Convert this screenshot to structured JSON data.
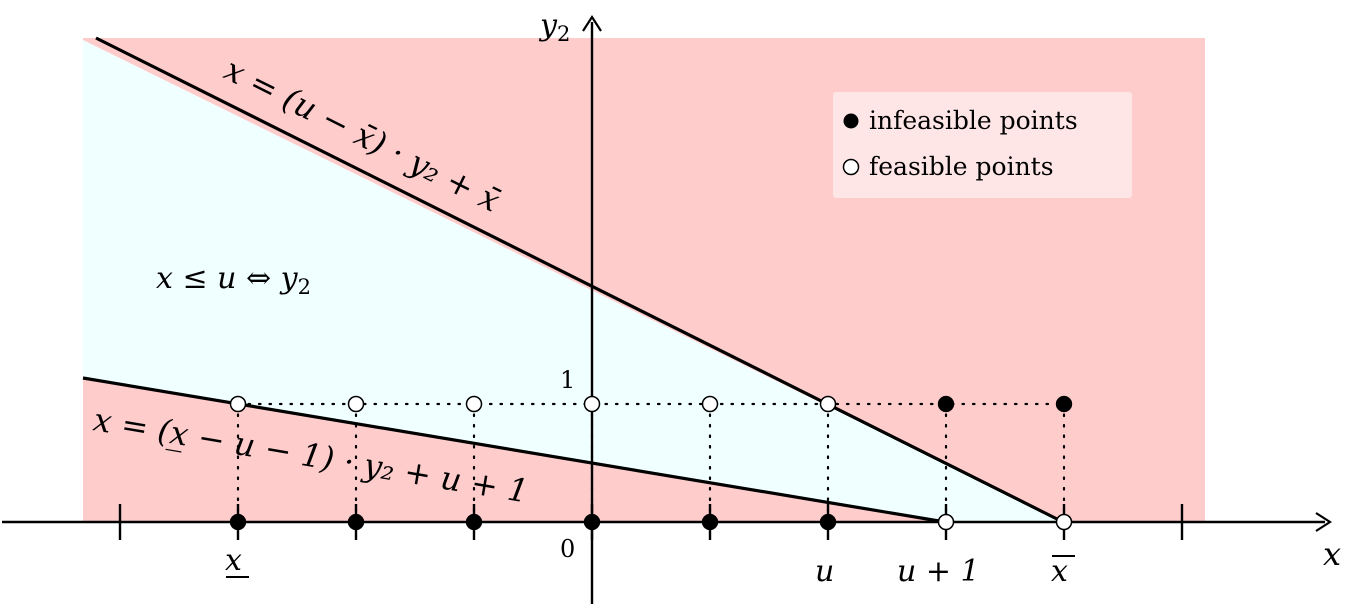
{
  "axes": {
    "x_label": "x",
    "y_label": "y",
    "y_label_sub": "2",
    "origin_label": "0",
    "y_tick_one": "1"
  },
  "region_label": {
    "text": "x ≤ u ⇔ y",
    "sub": "2"
  },
  "upper_line_label": "x = (u − x̄) · y₂ + x̄",
  "lower_line_label": "x = (x̲ − u − 1) · y₂ + u + 1",
  "tick_labels": {
    "x_lower": "x",
    "u": "u",
    "u_plus_1": "u + 1",
    "x_upper": "x"
  },
  "legend": {
    "items": [
      {
        "label": "infeasible points",
        "marker": "filled"
      },
      {
        "label": "feasible points",
        "marker": "open"
      }
    ]
  },
  "colors": {
    "infeasible_region": "#ffcccc",
    "feasible_region": "#f0ffff",
    "legend_background": "#ffe6e6",
    "lines": "#000000"
  },
  "points": {
    "y0": [
      {
        "k": -3,
        "feasible": false
      },
      {
        "k": -2,
        "feasible": false
      },
      {
        "k": -1,
        "feasible": false
      },
      {
        "k": 0,
        "feasible": false
      },
      {
        "k": 1,
        "feasible": false
      },
      {
        "k": 2,
        "feasible": false
      },
      {
        "k": 3,
        "feasible": true
      },
      {
        "k": 4,
        "feasible": true
      }
    ],
    "y1": [
      {
        "k": -3,
        "feasible": true
      },
      {
        "k": -2,
        "feasible": true
      },
      {
        "k": -1,
        "feasible": true
      },
      {
        "k": 0,
        "feasible": true
      },
      {
        "k": 1,
        "feasible": true
      },
      {
        "k": 2,
        "feasible": true
      },
      {
        "k": 3,
        "feasible": false
      },
      {
        "k": 4,
        "feasible": false
      }
    ]
  }
}
